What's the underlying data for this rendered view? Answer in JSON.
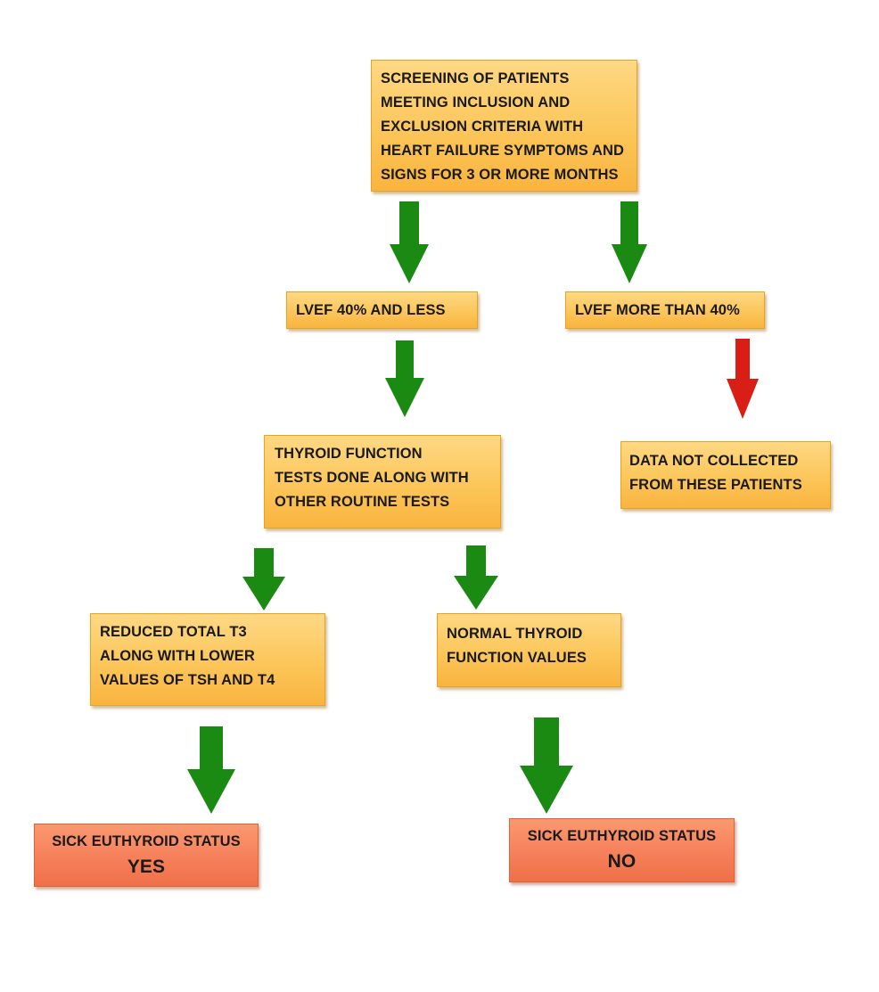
{
  "colors": {
    "box_fill": "#fcc65a",
    "box_border": "#e8a21c",
    "result_fill": "#f57e58",
    "arrow_green": "#1a8a12",
    "arrow_red": "#d91e16"
  },
  "flowchart": {
    "screening": {
      "lines": [
        "SCREENING OF PATIENTS",
        "MEETING INCLUSION AND",
        "EXCLUSION CRITERIA WITH",
        "HEART FAILURE SYMPTOMS AND",
        "SIGNS FOR 3 OR MORE MONTHS"
      ]
    },
    "lvef_low": {
      "label": "LVEF 40% AND LESS"
    },
    "lvef_high": {
      "label": "LVEF MORE THAN 40%"
    },
    "not_collected": {
      "lines": [
        "DATA NOT COLLECTED",
        "FROM THESE PATIENTS"
      ]
    },
    "thyroid_tests": {
      "lines": [
        "THYROID FUNCTION",
        "TESTS DONE ALONG WITH",
        "OTHER ROUTINE TESTS"
      ]
    },
    "reduced_t3": {
      "lines": [
        "REDUCED TOTAL T3",
        "ALONG WITH LOWER",
        "VALUES OF TSH AND T4"
      ]
    },
    "normal_thyroid": {
      "lines": [
        "NORMAL THYROID",
        "FUNCTION VALUES"
      ]
    },
    "result_yes": {
      "title": "SICK EUTHYROID STATUS",
      "value": "YES"
    },
    "result_no": {
      "title": "SICK EUTHYROID STATUS",
      "value": "NO"
    },
    "arrows": [
      {
        "from": "screening",
        "to": "lvef_low",
        "color": "green"
      },
      {
        "from": "screening",
        "to": "lvef_high",
        "color": "green"
      },
      {
        "from": "lvef_high",
        "to": "not_collected",
        "color": "red"
      },
      {
        "from": "lvef_low",
        "to": "thyroid_tests",
        "color": "green"
      },
      {
        "from": "thyroid_tests",
        "to": "reduced_t3",
        "color": "green"
      },
      {
        "from": "thyroid_tests",
        "to": "normal_thyroid",
        "color": "green"
      },
      {
        "from": "reduced_t3",
        "to": "result_yes",
        "color": "green"
      },
      {
        "from": "normal_thyroid",
        "to": "result_no",
        "color": "green"
      }
    ]
  }
}
